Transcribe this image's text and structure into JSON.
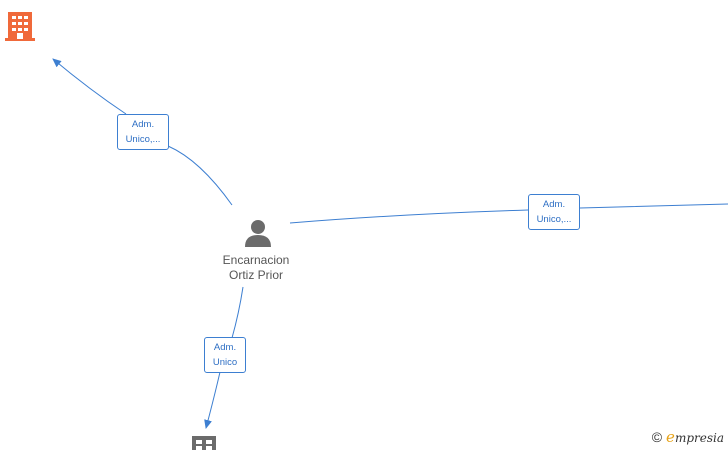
{
  "nodes": {
    "person": {
      "name_line1": "Encarnacion",
      "name_line2": "Ortiz Prior",
      "icon": "person-icon"
    },
    "company_top": {
      "icon": "building-icon",
      "color": "#f0693a"
    },
    "company_bottom": {
      "icon": "building-icon",
      "color": "#6b6b6b"
    }
  },
  "edges": {
    "top_left": {
      "line1": "Adm.",
      "line2": "Unico,..."
    },
    "right": {
      "line1": "Adm.",
      "line2": "Unico,..."
    },
    "bottom": {
      "line1": "Adm.",
      "line2": "Unico"
    }
  },
  "colors": {
    "edge": "#3d7fd1",
    "label_text": "#2e6fc4"
  },
  "brand": {
    "copyright": "©",
    "initial": "e",
    "rest": "mpresia"
  }
}
